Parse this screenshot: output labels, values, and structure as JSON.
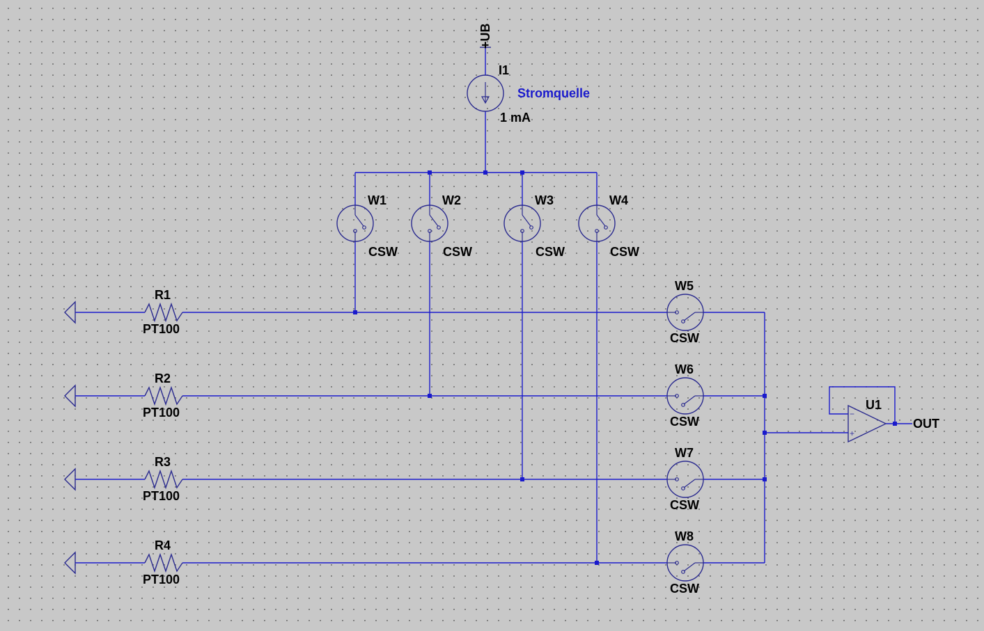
{
  "colors": {
    "wire": "#1a1acc",
    "component": "#2b2b8f",
    "text": "#000000",
    "annotation": "#1a1acc",
    "background": "#c8c8c8"
  },
  "supply": {
    "net_label": "+UB"
  },
  "current_source": {
    "ref": "I1",
    "comment": "Stromquelle",
    "value": "1 mA",
    "icon": "current-source-arrow-icon"
  },
  "switches_top": [
    {
      "ref": "W1",
      "model": "CSW"
    },
    {
      "ref": "W2",
      "model": "CSW"
    },
    {
      "ref": "W3",
      "model": "CSW"
    },
    {
      "ref": "W4",
      "model": "CSW"
    }
  ],
  "switches_right": [
    {
      "ref": "W5",
      "model": "CSW"
    },
    {
      "ref": "W6",
      "model": "CSW"
    },
    {
      "ref": "W7",
      "model": "CSW"
    },
    {
      "ref": "W8",
      "model": "CSW"
    }
  ],
  "resistors": [
    {
      "ref": "R1",
      "value": "PT100"
    },
    {
      "ref": "R2",
      "value": "PT100"
    },
    {
      "ref": "R3",
      "value": "PT100"
    },
    {
      "ref": "R4",
      "value": "PT100"
    }
  ],
  "opamp": {
    "ref": "U1",
    "minus": "−",
    "plus": "+",
    "output_label": "OUT"
  }
}
